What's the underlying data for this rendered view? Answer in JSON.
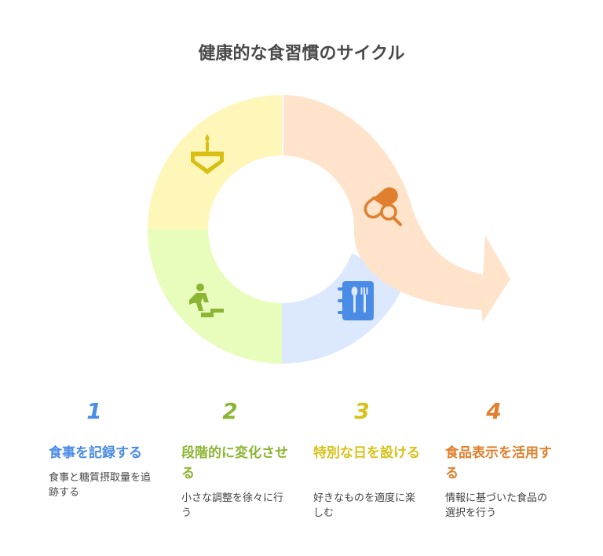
{
  "title": "健康的な食習慣のサイクル",
  "colors": {
    "step1": "#4A8BE6",
    "step2": "#8DB535",
    "step3": "#D6C21A",
    "step4": "#E0802E",
    "seg_yellow": "#FFF6BA",
    "seg_green": "#E8FDBB",
    "seg_blue": "#DCE8FD",
    "seg_orange": "#FFE3CB"
  },
  "icons": {
    "seg_yellow": "cake-icon",
    "seg_green": "step-up-person-icon",
    "seg_blue": "menu-book-icon",
    "seg_orange": "pill-search-icon"
  },
  "steps": [
    {
      "number": "1",
      "title": "食事を記録する",
      "desc": "食事と糖質摂取量を追跡する"
    },
    {
      "number": "2",
      "title": "段階的に変化させる",
      "desc": "小さな調整を徐々に行う"
    },
    {
      "number": "3",
      "title": "特別な日を設ける",
      "desc": "好きなものを適度に楽しむ"
    },
    {
      "number": "4",
      "title": "食品表示を活用する",
      "desc": "情報に基づいた食品の選択を行う"
    }
  ]
}
